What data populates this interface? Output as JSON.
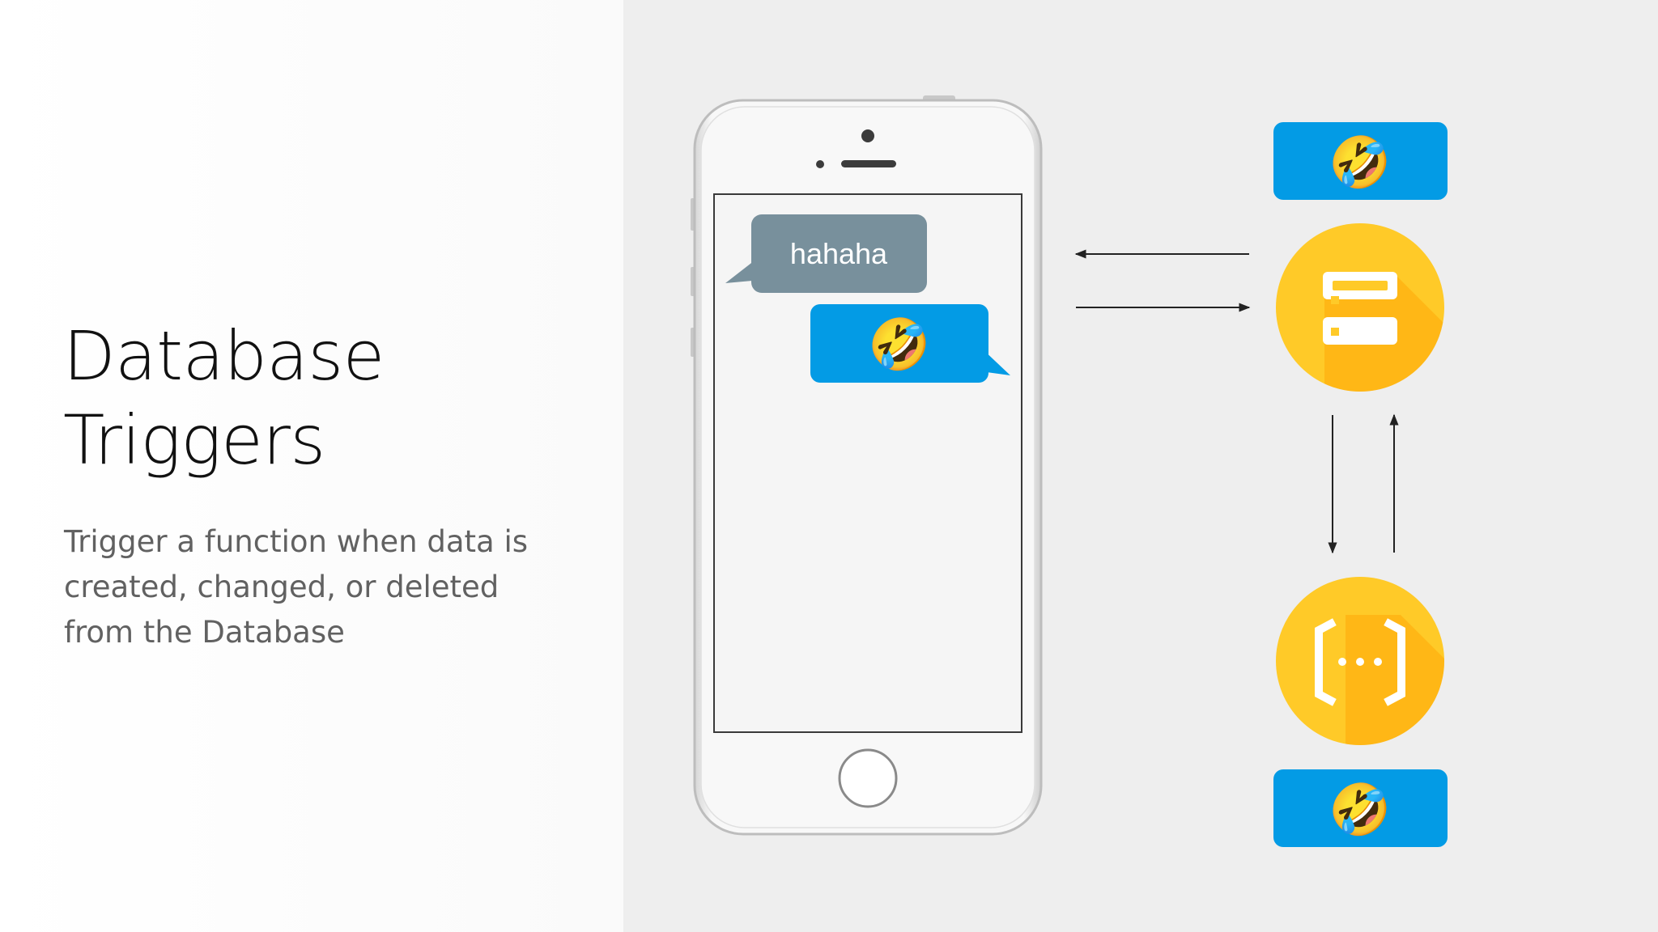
{
  "slide": {
    "title_line1": "Database",
    "title_line2": "Triggers",
    "subtitle": "Trigger a function when data is created, changed, or deleted from the Database"
  },
  "phone": {
    "received_message": "hahaha",
    "sent_message_emoji": "🤣"
  },
  "payloads": {
    "database_payload_emoji": "🤣",
    "function_payload_emoji": "🤣"
  },
  "nodes": {
    "database_icon": "database-server-icon",
    "function_icon": "cloud-functions-icon"
  },
  "colors": {
    "accent_blue": "#039be5",
    "bubble_gray": "#78909c",
    "node_yellow": "#ffca28",
    "node_shadow": "#ffa000",
    "right_bg": "#eeeeee"
  }
}
